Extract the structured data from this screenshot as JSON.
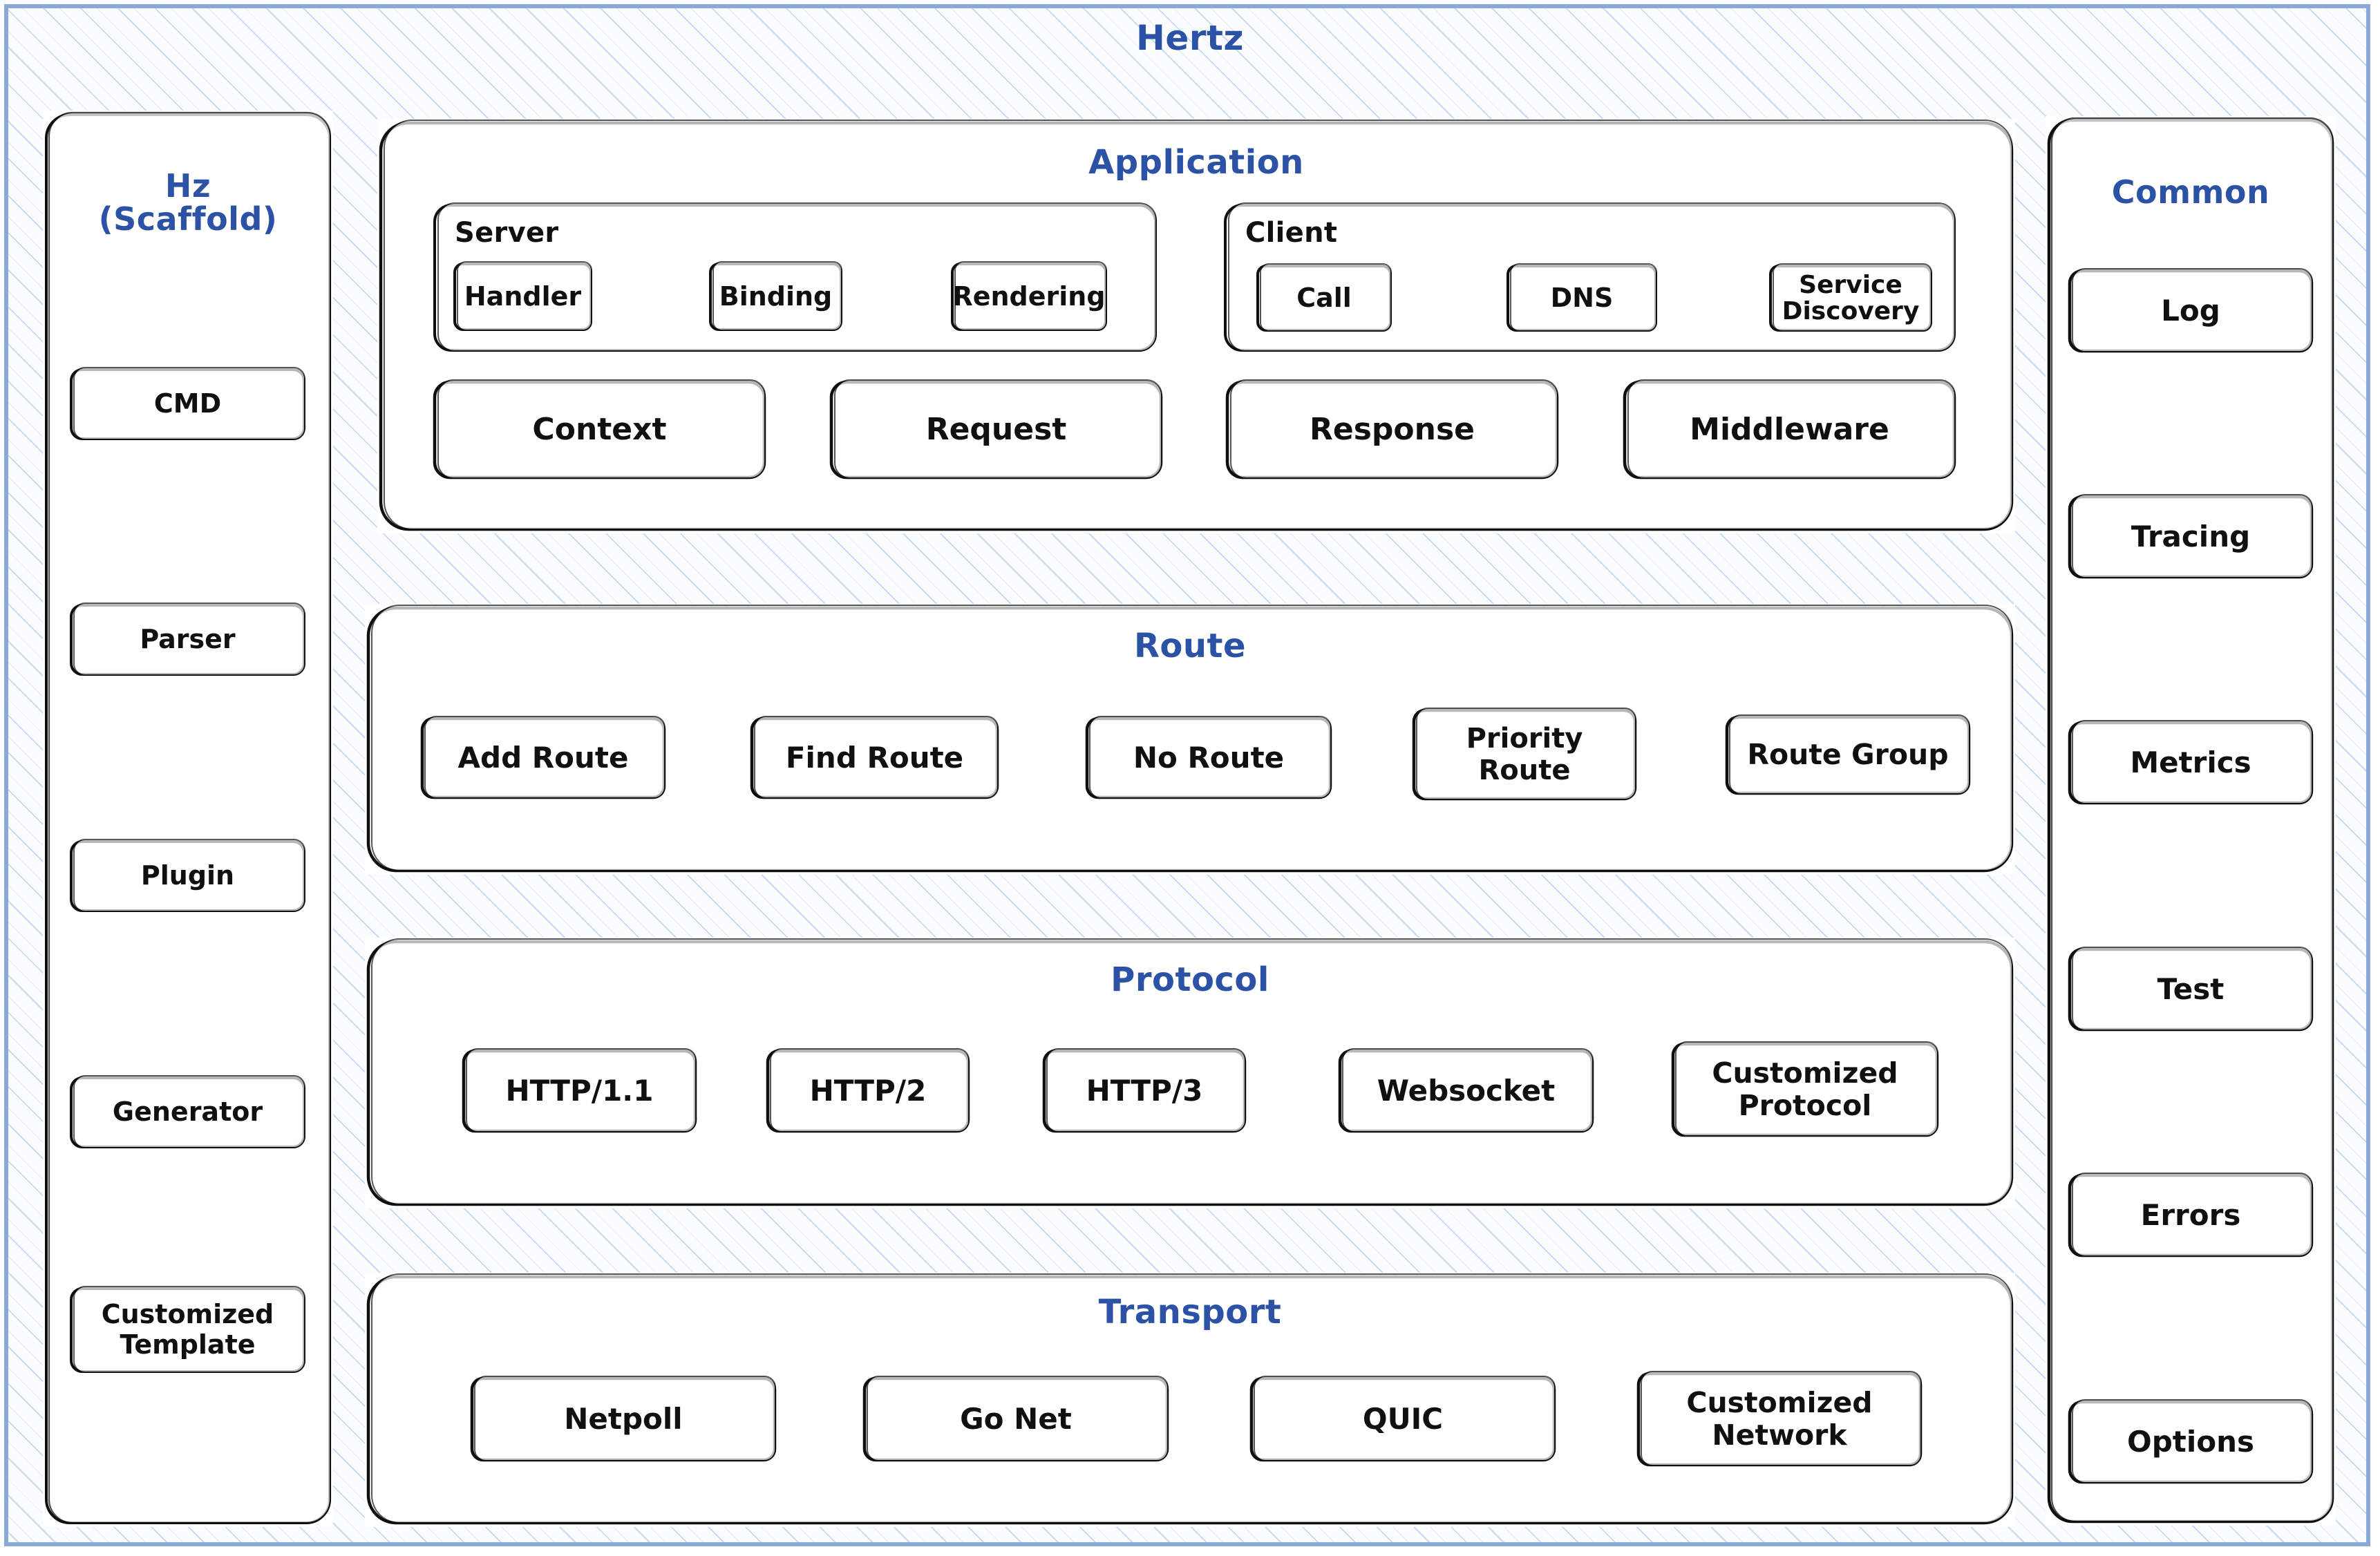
{
  "diagram": {
    "title": "Hertz",
    "accent_color": "#2b52a5",
    "line_color": "#101010",
    "frame_color": "#8aa9d6"
  },
  "scaffold": {
    "title": "Hz\n(Scaffold)",
    "items": [
      {
        "label": "CMD"
      },
      {
        "label": "Parser"
      },
      {
        "label": "Plugin"
      },
      {
        "label": "Generator"
      },
      {
        "label": "Customized\nTemplate"
      }
    ]
  },
  "application": {
    "title": "Application",
    "server": {
      "label": "Server",
      "items": [
        {
          "label": "Handler"
        },
        {
          "label": "Binding"
        },
        {
          "label": "Rendering"
        }
      ]
    },
    "client": {
      "label": "Client",
      "items": [
        {
          "label": "Call"
        },
        {
          "label": "DNS"
        },
        {
          "label": "Service\nDiscovery"
        }
      ]
    },
    "bottom_items": [
      {
        "label": "Context"
      },
      {
        "label": "Request"
      },
      {
        "label": "Response"
      },
      {
        "label": "Middleware"
      }
    ]
  },
  "route": {
    "title": "Route",
    "items": [
      {
        "label": "Add Route"
      },
      {
        "label": "Find Route"
      },
      {
        "label": "No Route"
      },
      {
        "label": "Priority\nRoute"
      },
      {
        "label": "Route Group"
      }
    ]
  },
  "protocol": {
    "title": "Protocol",
    "items": [
      {
        "label": "HTTP/1.1"
      },
      {
        "label": "HTTP/2"
      },
      {
        "label": "HTTP/3"
      },
      {
        "label": "Websocket"
      },
      {
        "label": "Customized\nProtocol"
      }
    ]
  },
  "transport": {
    "title": "Transport",
    "items": [
      {
        "label": "Netpoll"
      },
      {
        "label": "Go Net"
      },
      {
        "label": "QUIC"
      },
      {
        "label": "Customized\nNetwork"
      }
    ]
  },
  "common": {
    "title": "Common",
    "items": [
      {
        "label": "Log"
      },
      {
        "label": "Tracing"
      },
      {
        "label": "Metrics"
      },
      {
        "label": "Test"
      },
      {
        "label": "Errors"
      },
      {
        "label": "Options"
      }
    ]
  }
}
